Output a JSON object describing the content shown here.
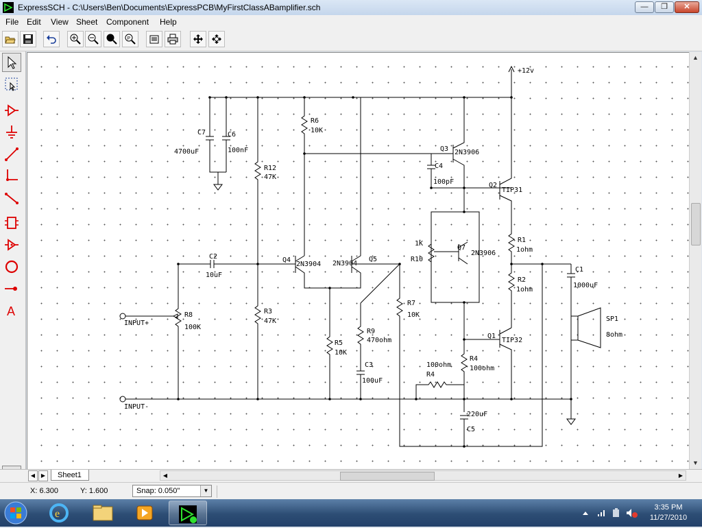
{
  "window": {
    "title": "ExpressSCH - C:\\Users\\Ben\\Documents\\ExpressPCB\\MyFirstClassABamplifier.sch",
    "min_label": "—",
    "max_label": "❐",
    "close_label": "✕"
  },
  "menu": [
    "File",
    "Edit",
    "View",
    "Sheet",
    "Component",
    "Help"
  ],
  "toolbar_icons": [
    "open-icon",
    "save-icon",
    "undo-icon",
    "zoom-in-icon",
    "zoom-out-icon",
    "zoom-fit-icon",
    "zoom-page-icon",
    "properties-icon",
    "print-icon",
    "move-icon",
    "rotate-icon"
  ],
  "palette_icons": [
    "pointer-icon",
    "select-region-icon",
    "component-icon",
    "ground-icon",
    "wire-icon",
    "wire-corner-icon",
    "line-icon",
    "part-icon",
    "opamp-icon",
    "circle-icon",
    "connection-icon",
    "text-icon"
  ],
  "schematic": {
    "supply": "+12v",
    "parts": [
      {
        "ref": "C7",
        "value": "4700uF"
      },
      {
        "ref": "C6",
        "value": "100nF"
      },
      {
        "ref": "R12",
        "value": "47K"
      },
      {
        "ref": "R6",
        "value": "10K"
      },
      {
        "ref": "Q3",
        "value": "2N3906"
      },
      {
        "ref": "C4",
        "value": "100pF"
      },
      {
        "ref": "Q2",
        "value": "TIP31"
      },
      {
        "ref": "R1",
        "value": "1ohm"
      },
      {
        "ref": "1K",
        "value": ""
      },
      {
        "ref": "R10",
        "value": ""
      },
      {
        "ref": "Q7",
        "value": "2N3906"
      },
      {
        "ref": "C2",
        "value": "10uF"
      },
      {
        "ref": "Q4",
        "value": "2N3904"
      },
      {
        "ref": "2N3904",
        "value": ""
      },
      {
        "ref": "Q5",
        "value": ""
      },
      {
        "ref": "C1",
        "value": "1000uF"
      },
      {
        "ref": "R2",
        "value": "1ohm"
      },
      {
        "ref": "R7",
        "value": "10K"
      },
      {
        "ref": "R8",
        "value": "100K"
      },
      {
        "ref": "R3",
        "value": "47K"
      },
      {
        "ref": "R9",
        "value": "470ohm"
      },
      {
        "ref": "SP1",
        "value": "8ohm"
      },
      {
        "ref": "Q1",
        "value": "TIP32"
      },
      {
        "ref": "R5",
        "value": "10K"
      },
      {
        "ref": "C3",
        "value": "100uF"
      },
      {
        "ref": "R4",
        "value": "100ohm"
      },
      {
        "ref": "R4",
        "value": "100ohm"
      },
      {
        "ref": "C5",
        "value": "220uF"
      }
    ],
    "input_plus": "INPUT+",
    "input_minus": "INPUT-"
  },
  "tabs": {
    "sheet": "Sheet1",
    "first": "◀",
    "next": "▶"
  },
  "status": {
    "x": "X: 6.300",
    "y": "Y: 1.600",
    "snap": "Snap:  0.050\""
  },
  "taskbar": {
    "time": "3:35 PM",
    "date": "11/27/2010"
  }
}
